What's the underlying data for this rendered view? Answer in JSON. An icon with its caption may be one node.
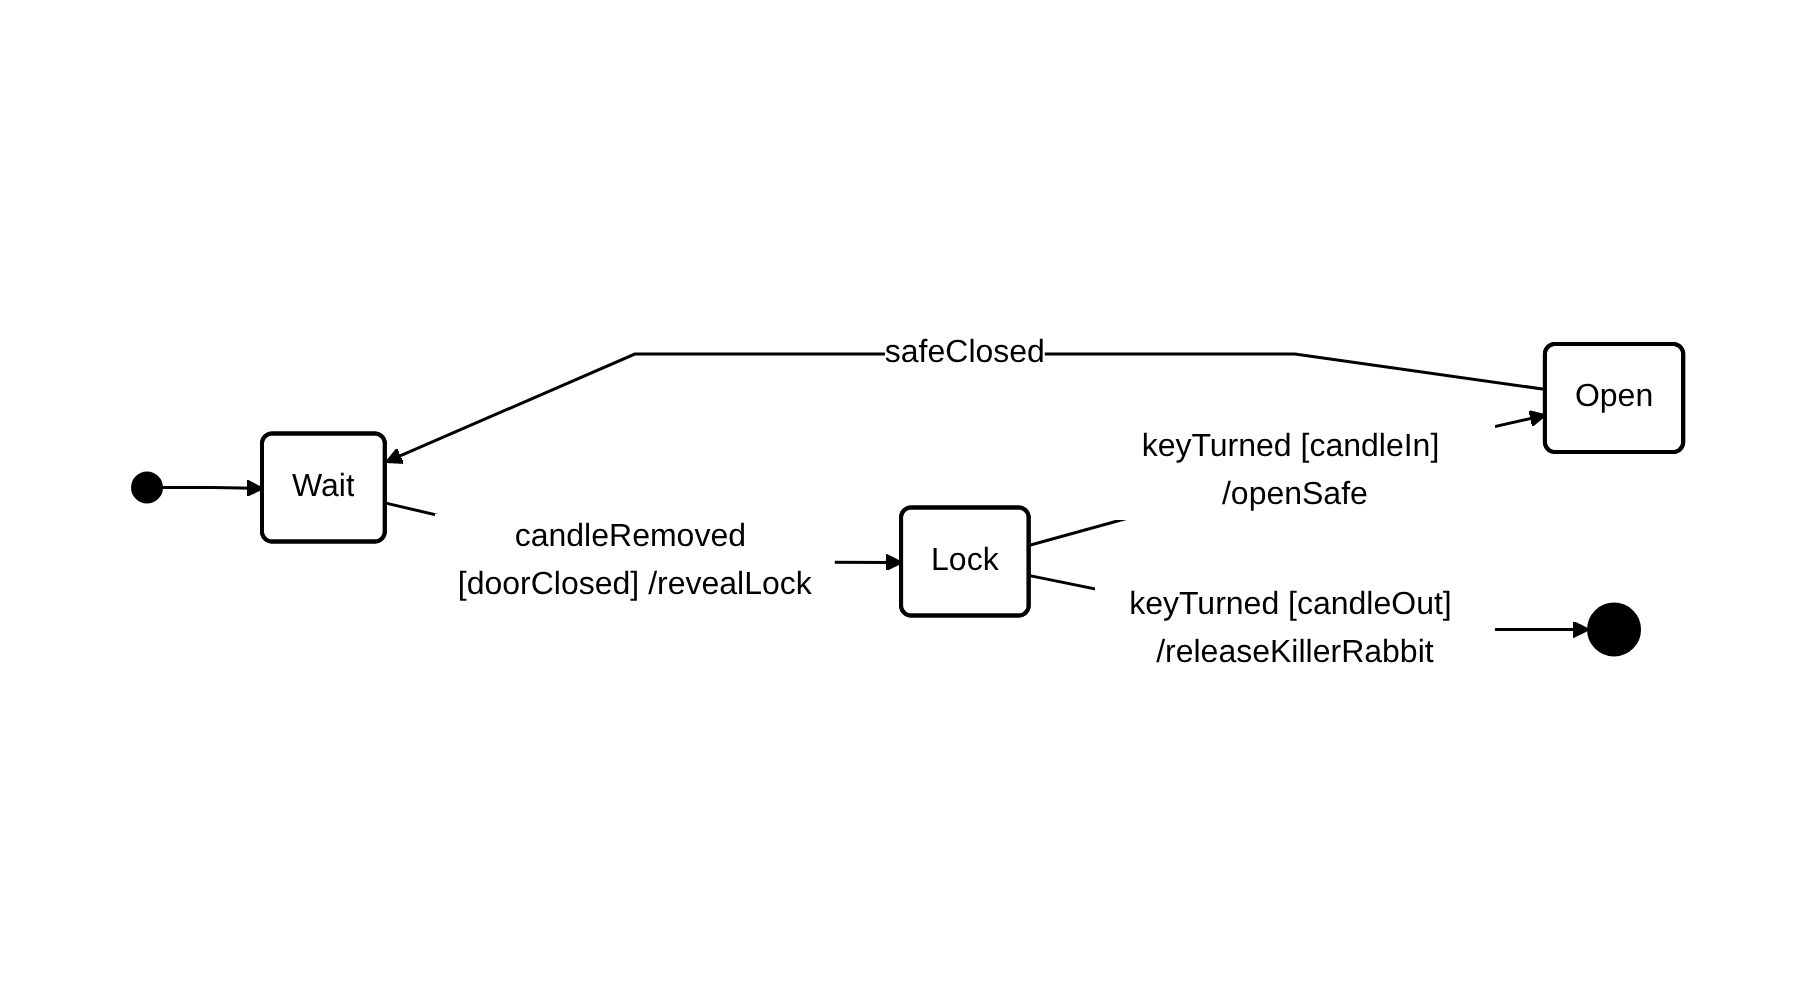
{
  "diagram": {
    "nodes": [
      {
        "text": [],
        "shape": "circle"
      },
      {
        "text": [
          "Wait"
        ]
      },
      {
        "text": [
          "Lock"
        ]
      },
      {
        "text": [
          "Open"
        ]
      },
      {
        "text": [],
        "shape": "circle"
      }
    ],
    "edges": [
      {
        "from": 0,
        "to": 1,
        "arrow": "to"
      },
      {
        "from": 1,
        "to": 2,
        "arrow": "to",
        "label": "candleRemoved [doorClosed] /revealLock"
      },
      {
        "from": 2,
        "to": 3,
        "arrow": "to",
        "label": "keyTurned [candleIn] /openSafe"
      },
      {
        "from": 3,
        "to": 1,
        "arrow": "to",
        "label": "safeClosed"
      },
      {
        "from": 2,
        "to": 4,
        "arrow": "to",
        "label": "keyTurned [candleOut] /releaseKillerRabbit"
      }
    ]
  }
}
